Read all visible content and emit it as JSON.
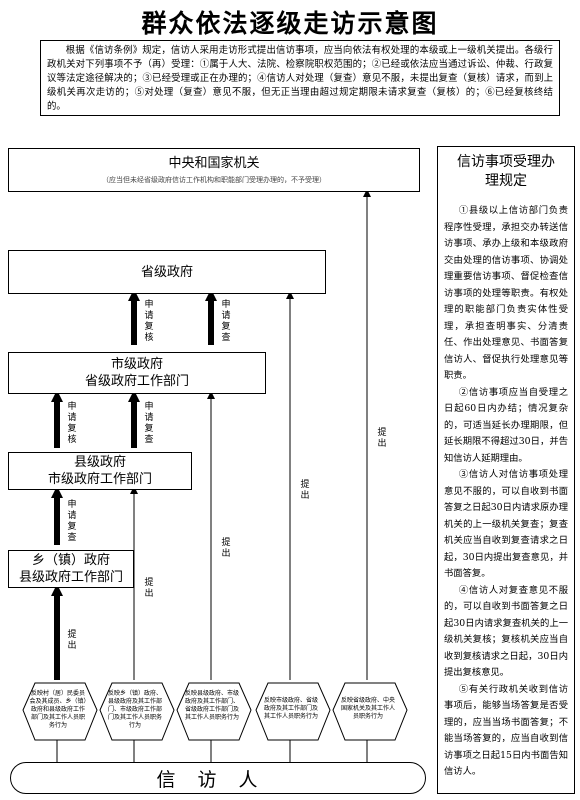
{
  "title": "群众依法逐级走访示意图",
  "intro": "根据《信访条例》规定，信访人采用走访形式提出信访事项，应当向依法有权处理的本级或上一级机关提出。各级行政机关对下列事项不予（再）受理：①属于人大、法院、检察院职权范围的；②已经或依法应当通过诉讼、仲裁、行政复议等法定途径解决的；③已经受理或正在办理的；④信访人对处理（复查）意见不服，未提出复查（复核）请求，而到上级机关再次走访的；⑤对处理（复查）意见不服，但无正当理由超过规定期限未请求复查（复核）的；⑥已经复核终结的。",
  "levels": {
    "central": {
      "name": "中央和国家机关",
      "note": "（应当但未经省级政府信访工作机构和职能部门受理办理的，不予受理）"
    },
    "province": {
      "name": "省级政府"
    },
    "city": {
      "line1": "市级政府",
      "line2": "省级政府工作部门"
    },
    "county": {
      "line1": "县级政府",
      "line2": "市级政府工作部门"
    },
    "town": {
      "line1": "乡（镇）政府",
      "line2": "县级政府工作部门"
    }
  },
  "labels": {
    "apply_review": "申请复核",
    "apply_recheck": "申请复查",
    "submit": "提出"
  },
  "hexagons": [
    "反映村（居）民委员会及其成员、乡（镇）政府和县级政府工作部门及其工作人员职务行为",
    "反映乡（镇）政府、县级政府及其工作部门、市级政府工作部门及其工作人员职务行为",
    "反映县级政府、市级政府及其工作部门、省级政府工作部门及其工作人员职务行为",
    "反映市级政府、省级政府及其工作部门及其工作人员职务行为",
    "反映省级政府、中央国家机关及其工作人员职务行为"
  ],
  "petitioner": "信访人",
  "rules": {
    "title": "信访事项受理办理规定",
    "items": [
      "①县级以上信访部门负责程序性受理，承担交办转送信访事项、承办上级和本级政府交由处理的信访事项、协调处理重要信访事项、督促检查信访事项的处理等职责。有权处理的职能部门负责实体性受理，承担查明事实、分清责任、作出处理意见、书面答复信访人、督促执行处理意见等职责。",
      "②信访事项应当自受理之日起60日内办结；情况复杂的，可适当延长办理期限，但延长期限不得超过30日，并告知信访人延期理由。",
      "③信访人对信访事项处理意见不服的，可以自收到书面答复之日起30日内请求原办理机关的上一级机关复查；复查机关应当自收到复查请求之日起，30日内提出复查意见，并书面答复。",
      "④信访人对复查意见不服的，可以自收到书面答复之日起30日内请求复查机关的上一级机关复核；复核机关应当自收到复核请求之日起，30日内提出复核意见。",
      "⑤有关行政机关收到信访事项后，能够当场答复是否受理的，应当当场书面答复；不能当场答复的，应当自收到信访事项之日起15日内书面告知信访人。"
    ]
  }
}
